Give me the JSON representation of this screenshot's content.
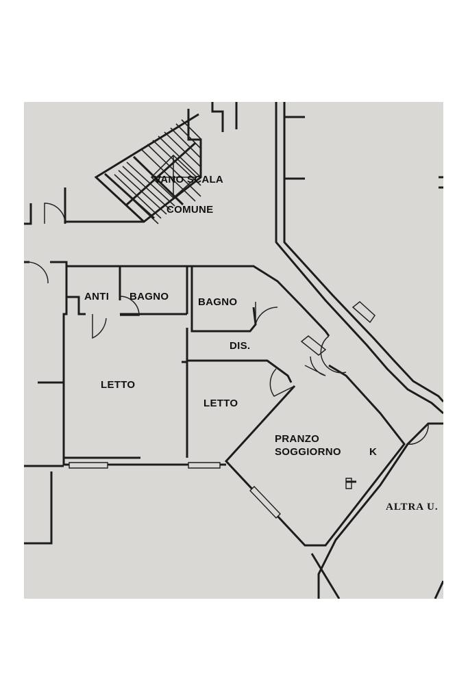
{
  "rooms": {
    "stair_line1": "VANO SCALA",
    "stair_line2": "COMUNE",
    "anti": "ANTI",
    "bagno_1": "BAGNO",
    "bagno_2": "BAGNO",
    "dis": "DIS.",
    "letto_1": "LETTO",
    "letto_2": "LETTO",
    "pranzo_line1": "PRANZO",
    "pranzo_line2": "SOGGIORNO",
    "kitchen": "K",
    "altra": "ALTRA U."
  },
  "colors": {
    "paper": "#d9d8d4",
    "ink": "#1c1c1c",
    "margin": "#ffffff"
  }
}
